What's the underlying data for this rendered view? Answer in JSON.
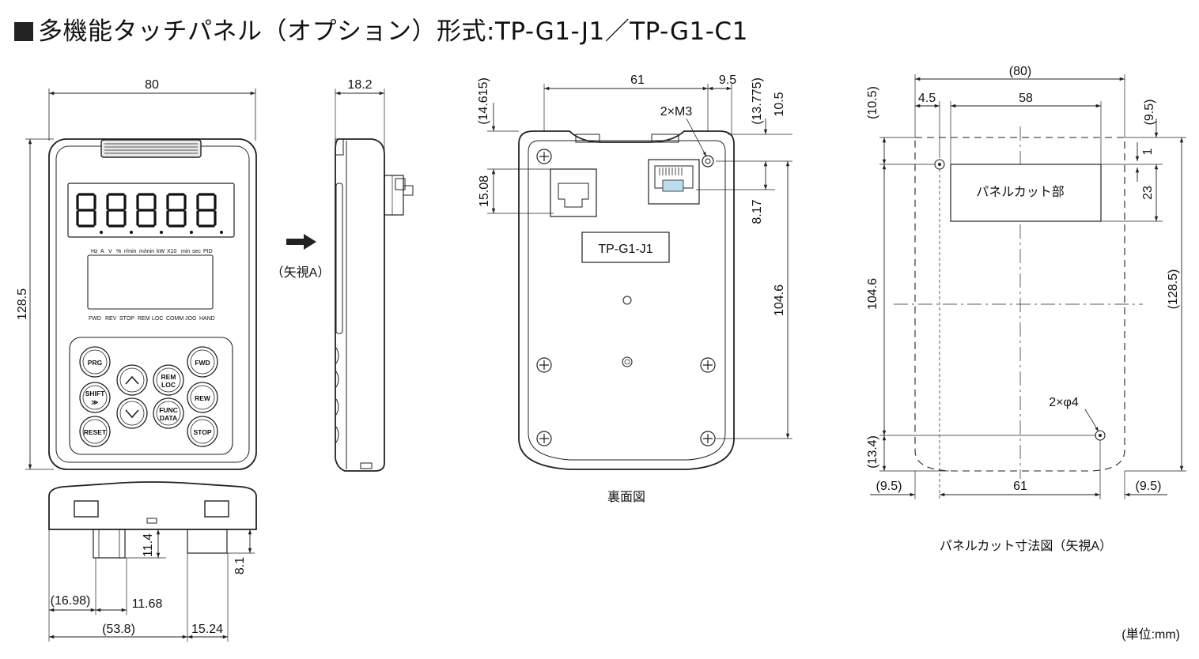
{
  "title": "多機能タッチパネル（オプション）形式:TP-G1-J1／TP-G1-C1",
  "front_view": {
    "dims": {
      "width": "80",
      "height": "128.5"
    },
    "display_digits": [
      "8.",
      "8.",
      "8.",
      "8.",
      "8."
    ],
    "unit_labels": [
      "Hz",
      "A",
      "V",
      "%",
      "r/min",
      "m/min",
      "kW",
      "X10",
      "min",
      "sec",
      "PID"
    ],
    "status_labels": [
      "FWD",
      "REV",
      "STOP",
      "REM",
      "LOC",
      "COMM",
      "JOG",
      "HAND"
    ],
    "keys": {
      "prg": "PRG",
      "shift": "SHIFT",
      "shift_sub": "≫",
      "reset": "RESET",
      "rem": "REM",
      "loc": "LOC",
      "func": "FUNC",
      "data": "DATA",
      "fwd": "FWD",
      "rew": "REW",
      "stop": "STOP"
    }
  },
  "side_view": {
    "depth": "18.2",
    "arrow_label": "（矢視A）"
  },
  "bottom_view": {
    "dims": {
      "h1": "11.4",
      "h2": "8.1",
      "d1": "(16.98)",
      "d2": "11.68",
      "d3": "(53.8)",
      "d4": "15.24"
    }
  },
  "rear_view": {
    "caption": "裏面図",
    "label_plate": "TP-G1-J1",
    "screw_note": "2×M3",
    "dims": {
      "w61": "61",
      "w95": "9.5",
      "h14615": "(14.615)",
      "h13775": "(13.775)",
      "h105": "10.5",
      "h1508": "15.08",
      "h817": "8.17",
      "h1046": "104.6"
    }
  },
  "panel_cut": {
    "caption": "パネルカット寸法図（矢視A）",
    "cut_label": "パネルカット部",
    "hole_note": "2×φ4",
    "dims": {
      "w80": "(80)",
      "w45": "4.5",
      "w58": "58",
      "h105": "(10.5)",
      "h95": "(9.5)",
      "h1": "1",
      "h23": "23",
      "h1046": "104.6",
      "h1285": "(128.5)",
      "h134": "(13.4)",
      "b95l": "(9.5)",
      "b61": "61",
      "b95r": "(9.5)"
    }
  },
  "unit_note": "(単位:mm)"
}
